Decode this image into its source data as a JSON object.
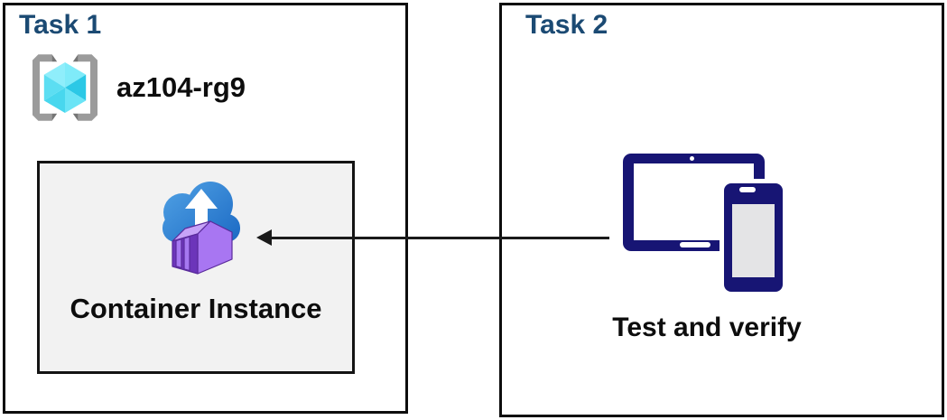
{
  "task1": {
    "title": "Task 1",
    "resource_group_name": "az104-rg9",
    "container_label": "Container Instance"
  },
  "task2": {
    "title": "Task 2",
    "devices_label": "Test and verify"
  },
  "arrow": {
    "from": "devices",
    "to": "container-instance",
    "direction": "left"
  },
  "colors": {
    "title_blue": "#1b4a73",
    "text_black": "#0d0d0d",
    "box_border": "#0d0d0d",
    "card_bg": "#f2f2f2",
    "device_navy": "#171574",
    "phone_screen_gray": "#e4e4e6",
    "cloud_blue_light": "#4e9fe3",
    "cloud_blue_dark": "#1c6ac4",
    "container_purple": "#a876f2",
    "container_purple_dark": "#6c35ba",
    "container_purple_top": "#c7a3f8",
    "cube_cyan_light": "#8feefb",
    "cube_cyan_dark": "#2bc8e6",
    "bracket_gray": "#9b9b9b"
  }
}
